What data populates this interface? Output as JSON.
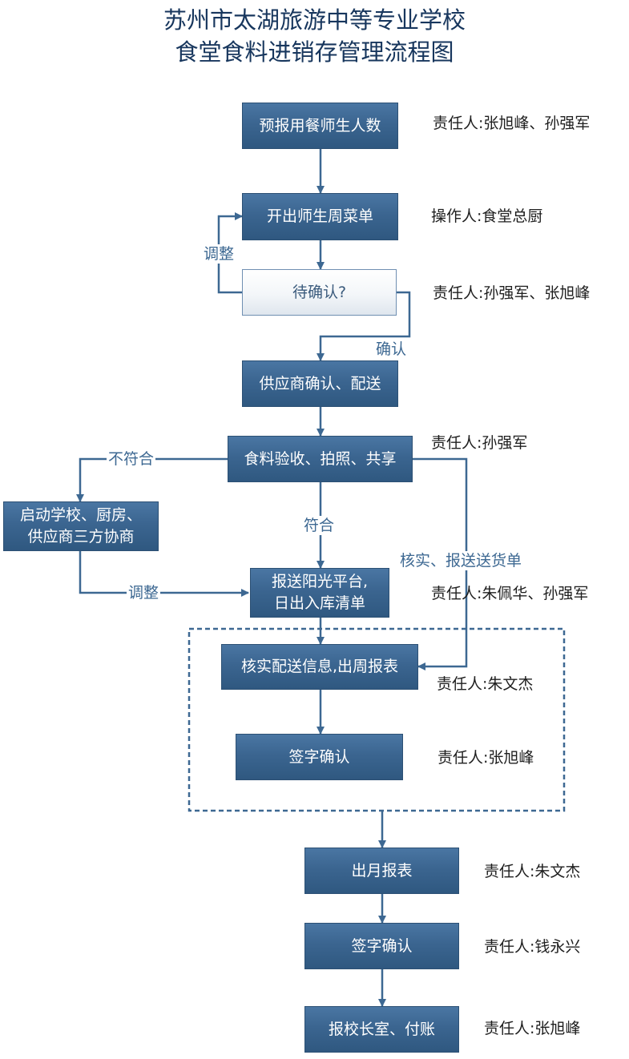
{
  "title": {
    "line1": "苏州市太湖旅游中等专业学校",
    "line2": "食堂食料进销存管理流程图"
  },
  "nodes": {
    "forecast": "预报用餐师生人数",
    "menu": "开出师生周菜单",
    "confirm_q": "待确认?",
    "supplier": "供应商确认、配送",
    "inspect": "食料验收、拍照、共享",
    "negotiate_1": "启动学校、厨房、",
    "negotiate_2": "供应商三方协商",
    "report_1": "报送阳光平台,",
    "report_2": "日出入库清单",
    "verify": "核实配送信息,出周报表",
    "sign1": "签字确认",
    "monthly": "出月报表",
    "sign2": "签字确认",
    "pay": "报校长室、付账"
  },
  "edge_labels": {
    "adjust1": "调整",
    "confirm": "确认",
    "not_conform": "不符合",
    "conform": "符合",
    "verify_send": "核实、报送送货单",
    "adjust2": "调整"
  },
  "notes": {
    "forecast": "责任人:张旭峰、孙强军",
    "menu": "操作人:食堂总厨",
    "confirm_q": "责任人:孙强军、张旭峰",
    "inspect": "责任人:孙强军",
    "report": "责任人:朱佩华、孙强军",
    "verify": "责任人:朱文杰",
    "sign1": "责任人:张旭峰",
    "monthly": "责任人:朱文杰",
    "sign2": "责任人:钱永兴",
    "pay": "责任人:张旭峰"
  },
  "colors": {
    "box": "#3b6590",
    "line": "#3d6892",
    "title": "#17365d"
  }
}
